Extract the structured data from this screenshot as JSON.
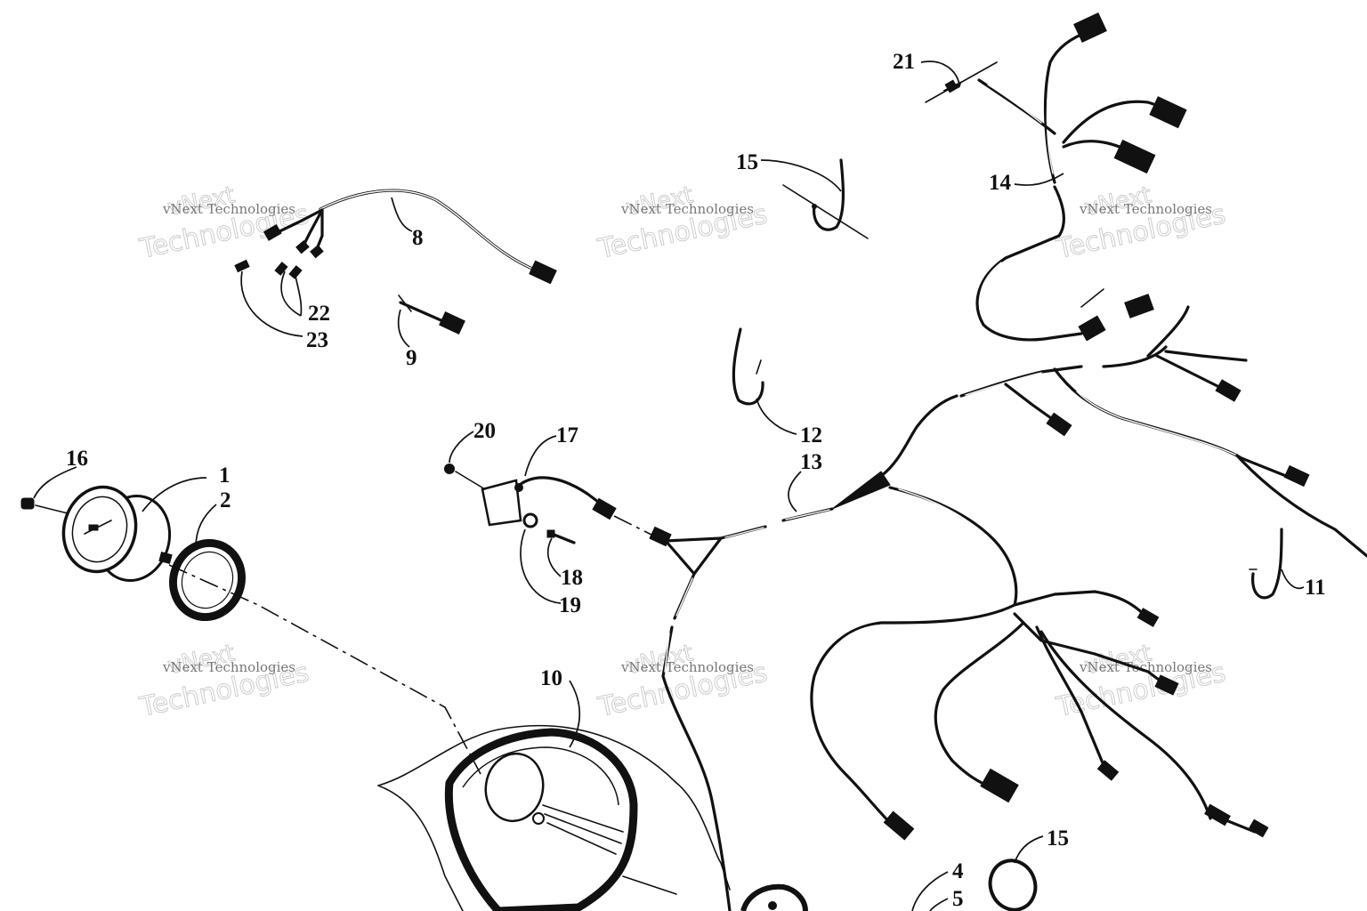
{
  "callouts": [
    {
      "id": "c1",
      "text": "1"
    },
    {
      "id": "c2",
      "text": "2"
    },
    {
      "id": "c4",
      "text": "4"
    },
    {
      "id": "c5",
      "text": "5"
    },
    {
      "id": "c8",
      "text": "8"
    },
    {
      "id": "c9",
      "text": "9"
    },
    {
      "id": "c10",
      "text": "10"
    },
    {
      "id": "c11",
      "text": "11"
    },
    {
      "id": "c12",
      "text": "12"
    },
    {
      "id": "c13",
      "text": "13"
    },
    {
      "id": "c14",
      "text": "14"
    },
    {
      "id": "c15a",
      "text": "15"
    },
    {
      "id": "c15b",
      "text": "15"
    },
    {
      "id": "c16",
      "text": "16"
    },
    {
      "id": "c17",
      "text": "17"
    },
    {
      "id": "c18",
      "text": "18"
    },
    {
      "id": "c19",
      "text": "19"
    },
    {
      "id": "c20",
      "text": "20"
    },
    {
      "id": "c21",
      "text": "21"
    },
    {
      "id": "c22",
      "text": "22"
    },
    {
      "id": "c23",
      "text": "23"
    }
  ],
  "watermark": {
    "line1": "vNext",
    "line2": "Technologies",
    "caption": "vNext Technologies"
  }
}
